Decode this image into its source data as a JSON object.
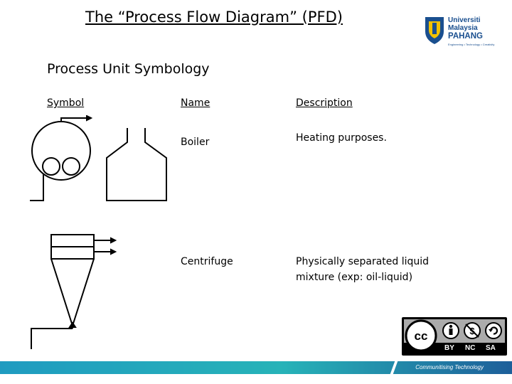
{
  "slide": {
    "title": "The “Process Flow Diagram” (PFD)",
    "subtitle": "Process Unit Symbology"
  },
  "logo": {
    "line1": "Universiti",
    "line2": "Malaysia",
    "line3": "PAHANG",
    "tagline": "Engineering • Technology • Creativity"
  },
  "table": {
    "headers": {
      "symbol": "Symbol",
      "name": "Name",
      "description": "Description"
    },
    "rows": [
      {
        "name": "Boiler",
        "description": "Heating purposes."
      },
      {
        "name": "Centrifuge",
        "description_line1": "Physically separated liquid",
        "description_line2": "mixture (exp: oil-liquid)"
      }
    ]
  },
  "license": {
    "cc": "cc",
    "by": "BY",
    "nc": "NC",
    "sa": "SA"
  },
  "footer": {
    "tagline": "Communitising Technology"
  },
  "colors": {
    "brand_blue": "#1a4f8f",
    "footer_teal": "#27b3b8"
  }
}
